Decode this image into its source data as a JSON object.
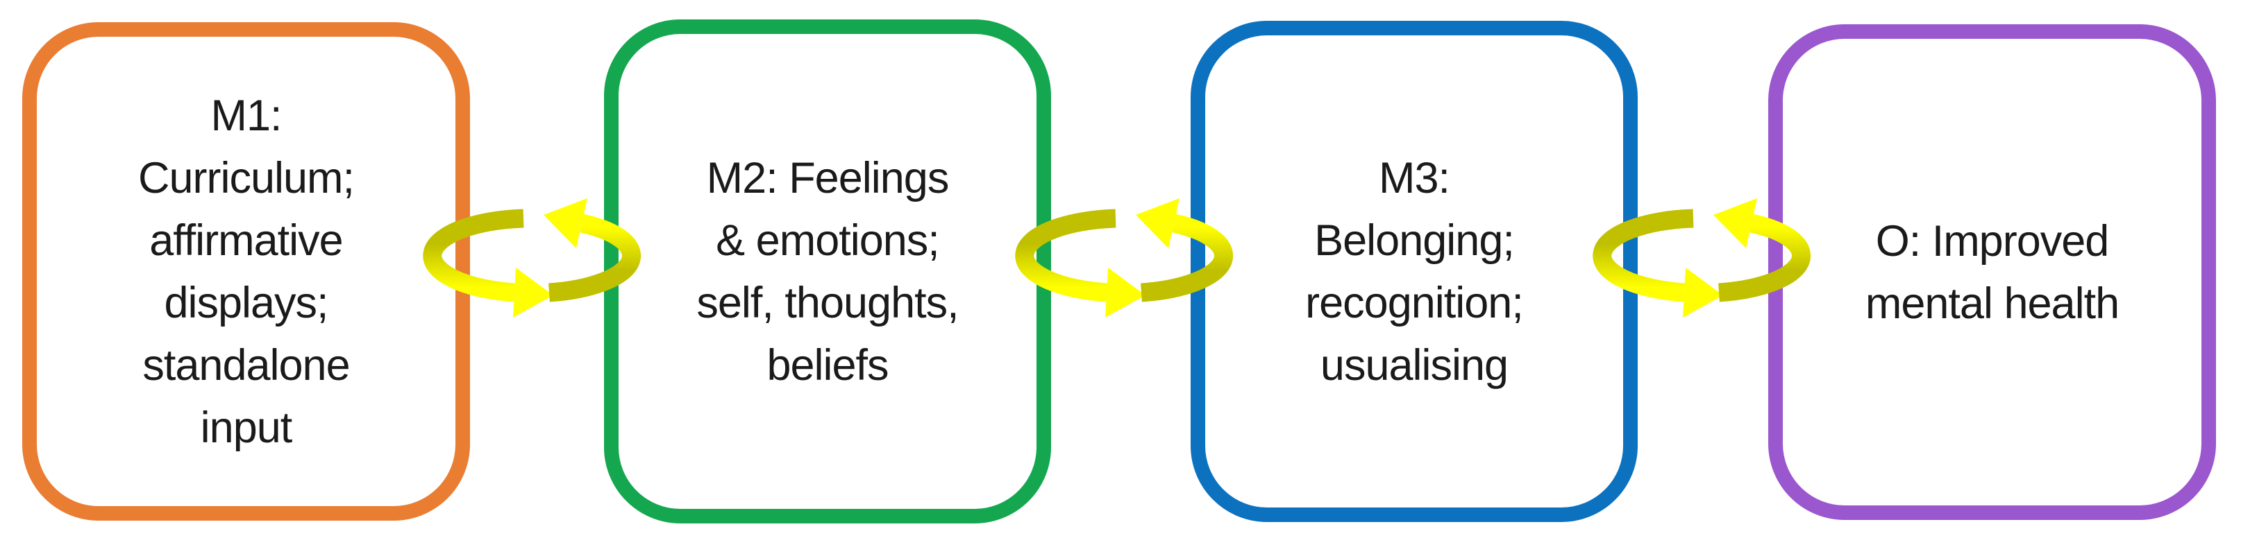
{
  "diagram": {
    "type": "logic-model-flow",
    "boxes": [
      {
        "id": "M1",
        "text": "M1:\nCurriculum;\naffirmative\ndisplays;\nstandalone\ninput",
        "border_color": "#E97D32"
      },
      {
        "id": "M2",
        "text": "M2: Feelings\n& emotions;\nself, thoughts,\nbeliefs",
        "border_color": "#15A750"
      },
      {
        "id": "M3",
        "text": "M3:\nBelonging;\nrecognition;\nusualising",
        "border_color": "#0C72BF"
      },
      {
        "id": "O",
        "text": "O: Improved\nmental health",
        "border_color": "#9B57CE"
      }
    ],
    "connectors": [
      {
        "from": "M1",
        "to": "M2",
        "icon": "cycle-arrows"
      },
      {
        "from": "M2",
        "to": "M3",
        "icon": "cycle-arrows"
      },
      {
        "from": "M3",
        "to": "O",
        "icon": "cycle-arrows"
      }
    ]
  },
  "icons": {
    "cycle-arrows": "two curved yellow arrows forming a rotation loop"
  },
  "colors": {
    "m1-border": "#E97D32",
    "m2-border": "#15A750",
    "m3-border": "#0C72BF",
    "o-border": "#9B57CE",
    "arrow-yellow": "#FFFF00",
    "arrow-olive": "#C0C000",
    "text": "#1A1A1A",
    "background": "#FFFFFF"
  }
}
